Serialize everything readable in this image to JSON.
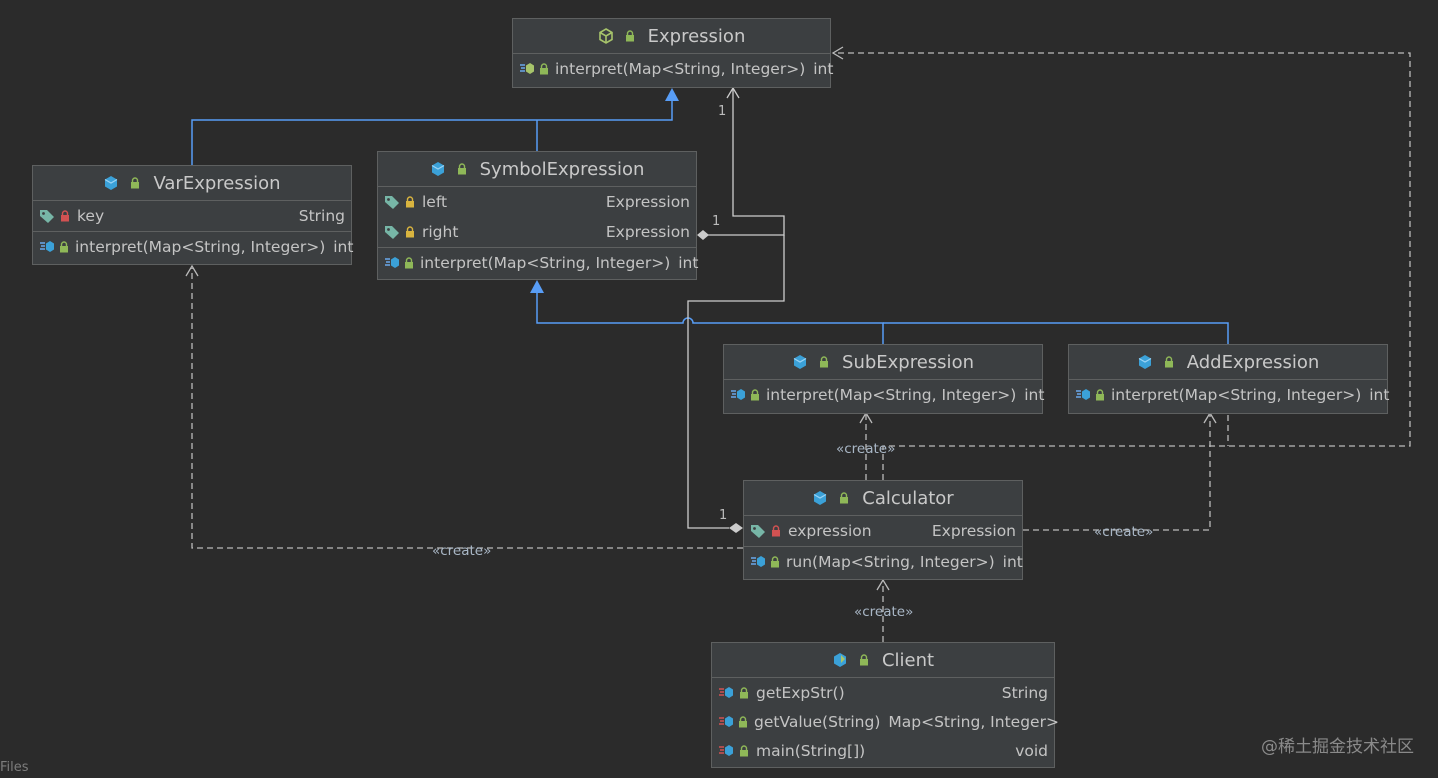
{
  "stereotype": "«create»",
  "watermark": "@稀土掘金技术社区",
  "footer": "Files",
  "classes": {
    "expression": {
      "name": "Expression",
      "kind": "interface",
      "methods": [
        {
          "name": "interpret(Map<String, Integer>)",
          "type": "int"
        }
      ]
    },
    "varexpression": {
      "name": "VarExpression",
      "kind": "class",
      "fields": [
        {
          "name": "key",
          "type": "String",
          "visibility": "private"
        }
      ],
      "methods": [
        {
          "name": "interpret(Map<String, Integer>)",
          "type": "int"
        }
      ]
    },
    "symbolexpression": {
      "name": "SymbolExpression",
      "kind": "class",
      "fields": [
        {
          "name": "left",
          "type": "Expression",
          "visibility": "protected"
        },
        {
          "name": "right",
          "type": "Expression",
          "visibility": "protected"
        }
      ],
      "methods": [
        {
          "name": "interpret(Map<String, Integer>)",
          "type": "int"
        }
      ]
    },
    "subexpression": {
      "name": "SubExpression",
      "kind": "class",
      "methods": [
        {
          "name": "interpret(Map<String, Integer>)",
          "type": "int"
        }
      ]
    },
    "addexpression": {
      "name": "AddExpression",
      "kind": "class",
      "methods": [
        {
          "name": "interpret(Map<String, Integer>)",
          "type": "int"
        }
      ]
    },
    "calculator": {
      "name": "Calculator",
      "kind": "class",
      "fields": [
        {
          "name": "expression",
          "type": "Expression",
          "visibility": "private"
        }
      ],
      "methods": [
        {
          "name": "run(Map<String, Integer>)",
          "type": "int"
        }
      ]
    },
    "client": {
      "name": "Client",
      "kind": "main-class",
      "methods": [
        {
          "name": "getExpStr()",
          "type": "String",
          "static": true
        },
        {
          "name": "getValue(String)",
          "type": "Map<String, Integer>",
          "static": true
        },
        {
          "name": "main(String[])",
          "type": "void",
          "static": true
        }
      ]
    }
  },
  "multiplicities": {
    "symbol_to_expression": "1",
    "right_to_expression": "1",
    "calculator_to_expression": "1"
  },
  "colors": {
    "background": "#2b2b2b",
    "realization": "#589df6",
    "dependency": "#bbbbbb"
  }
}
